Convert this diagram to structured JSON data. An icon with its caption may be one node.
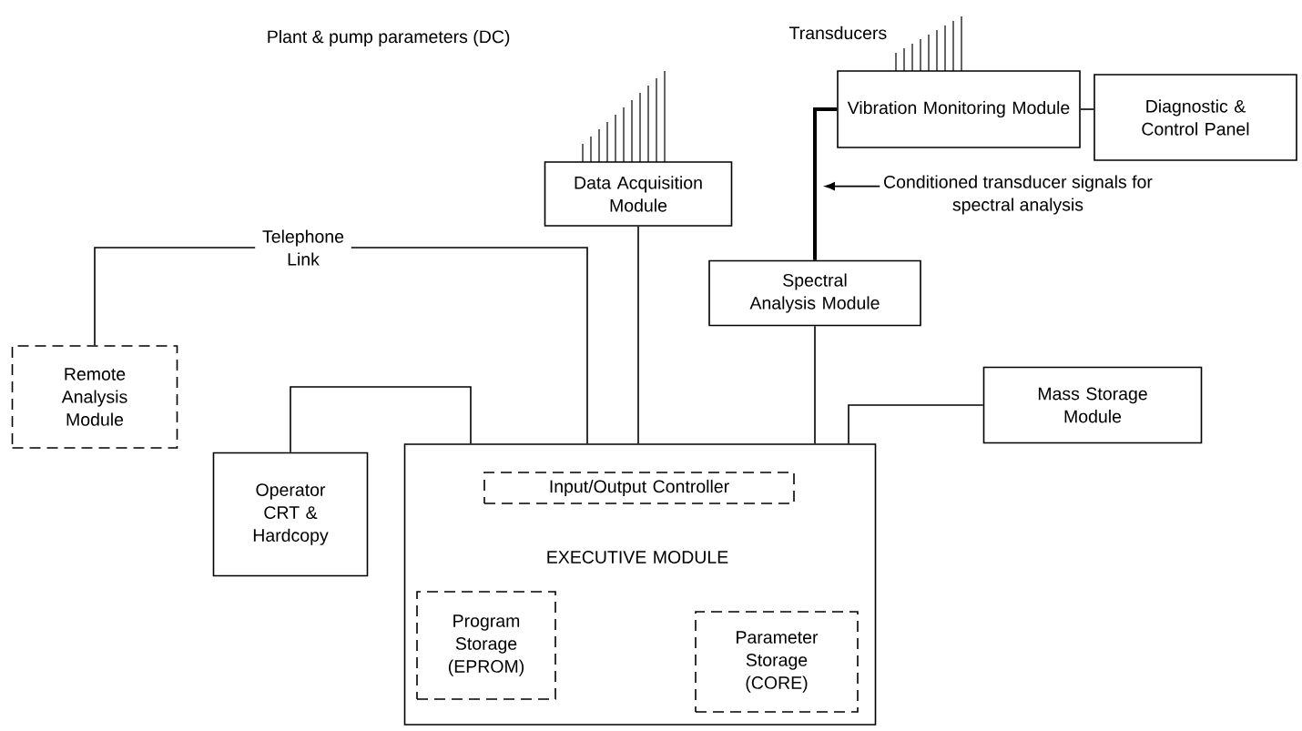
{
  "diagram": {
    "nodes": [
      {
        "text": [
          "Data Acquisition Module"
        ]
      },
      {
        "text": [
          "Vibration Monitoring Module"
        ]
      },
      {
        "text": [
          "Diagnostic & Control Panel"
        ]
      },
      {
        "text": [
          "Spectral Analysis Module"
        ]
      },
      {
        "text": [
          "Remote Analysis Module"
        ]
      },
      {
        "text": [
          "Operator CRT & Hardcopy"
        ]
      },
      {
        "text": [
          "Mass Storage Module"
        ]
      },
      {
        "text": [
          "EXECUTIVE MODULE"
        ]
      },
      {
        "text": [
          "Input/Output Controller"
        ],
        "in": 7
      },
      {
        "text": [
          "Program Storage (EPROM)"
        ],
        "in": 7
      },
      {
        "text": [
          "Parameter Storage (CORE)"
        ],
        "in": 7
      },
      {
        "text": [
          "Telephone Link"
        ]
      },
      {
        "text": [
          "Conditioned transducer signals for spectral analysis"
        ]
      }
    ],
    "edges": [
      {
        "from": 0,
        "to": 7,
        "arrow": "none"
      },
      {
        "from": 1,
        "to": 2,
        "arrow": "none"
      },
      {
        "from": 1,
        "to": 3,
        "arrow": "none",
        "style": "thick"
      },
      {
        "from": 3,
        "to": 7,
        "arrow": "none"
      },
      {
        "from": 5,
        "to": 7,
        "arrow": "none"
      },
      {
        "from": 6,
        "to": 7,
        "arrow": "none"
      },
      {
        "from": 7,
        "to": 11,
        "arrow": "none"
      },
      {
        "from": 4,
        "to": 11,
        "arrow": "none"
      },
      {
        "from": 12,
        "to": null,
        "arrow": "to"
      }
    ],
    "labels": [
      "Plant & pump parameters (DC)",
      "Transducers"
    ]
  }
}
